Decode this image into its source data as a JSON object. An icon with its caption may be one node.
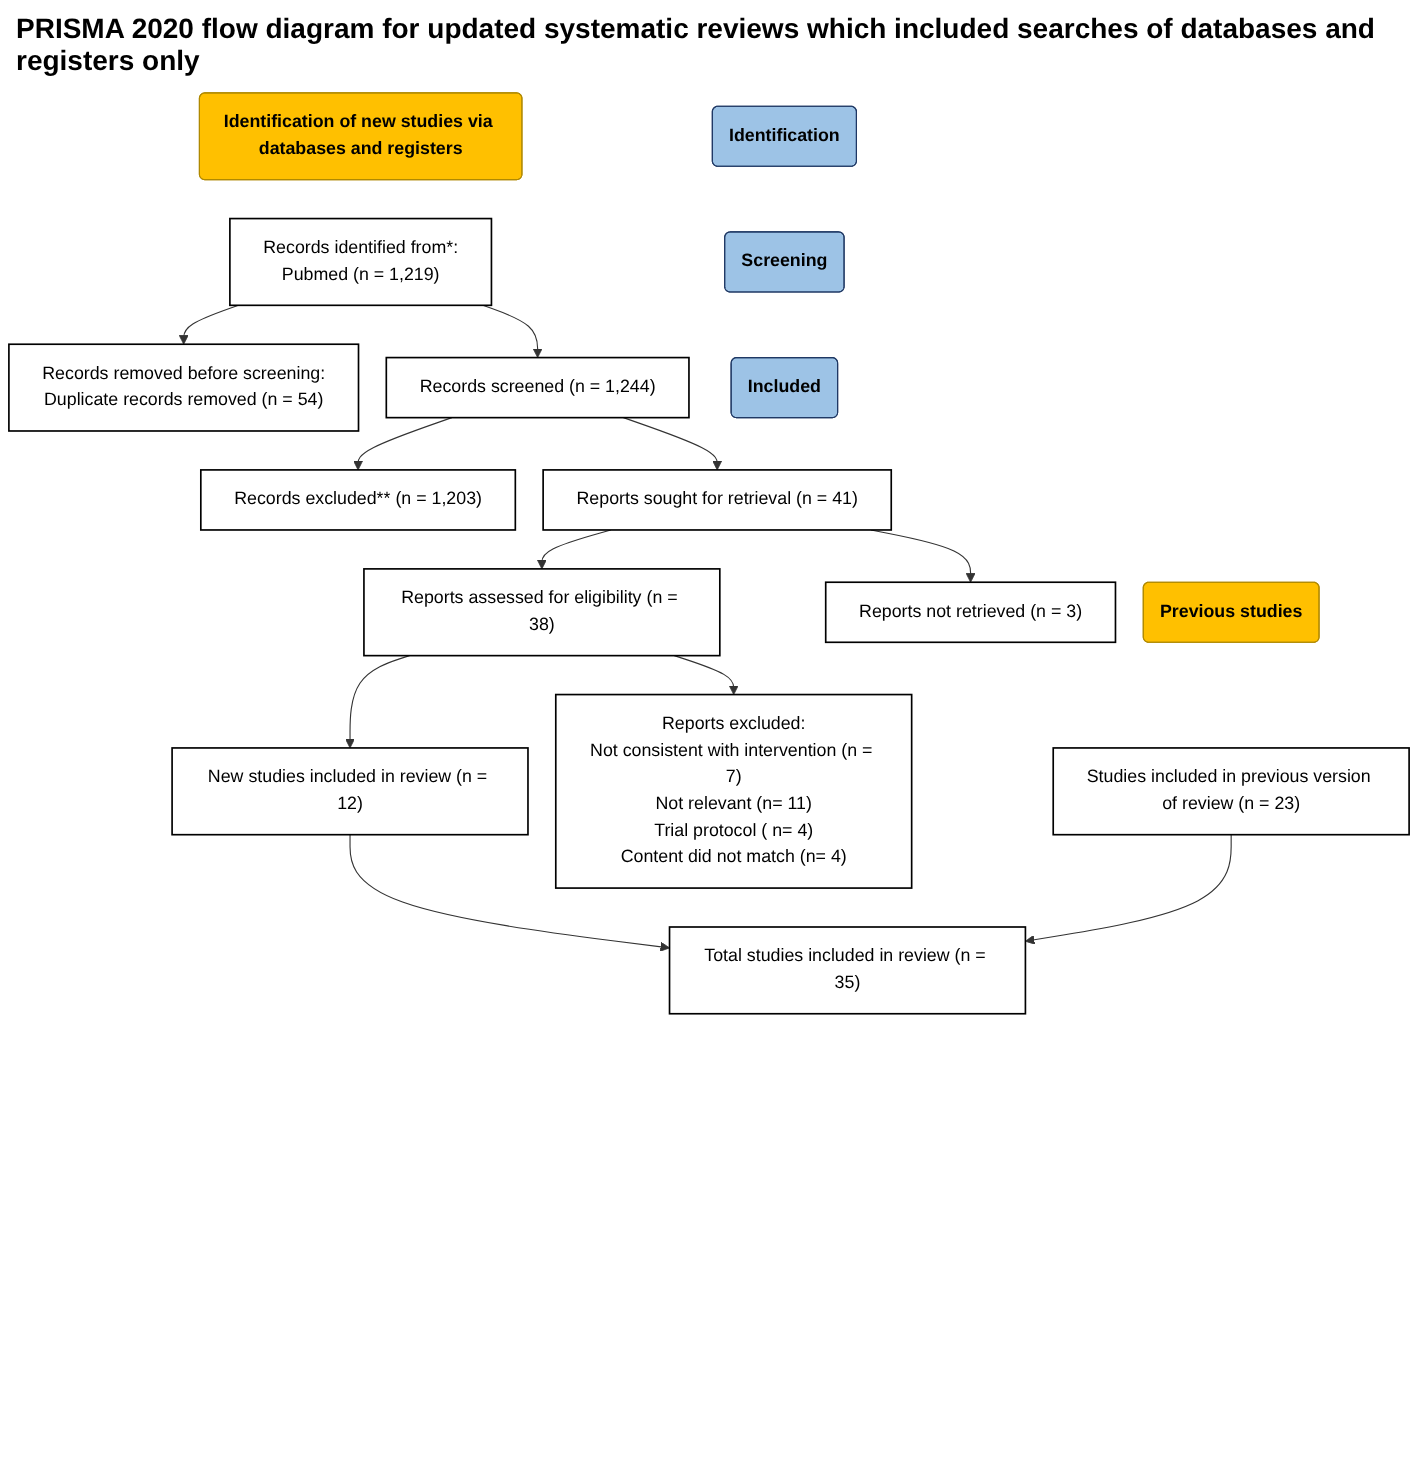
{
  "diagram": {
    "title": "PRISMA 2020 flow diagram for updated systematic reviews which included searches of databases and registers only",
    "nodes": [
      {
        "text": [
          "Previous studies"
        ]
      },
      {
        "text": [
          "Identification of new studies via databases and registers"
        ]
      },
      {
        "text": [
          "Identification"
        ]
      },
      {
        "text": [
          "Studies included in previous version of review (n = 23)"
        ]
      },
      {
        "text": [
          "Records identified from*:",
          "Pubmed (n = 1,219)"
        ]
      },
      {
        "text": [
          "Records removed before screening:",
          "Duplicate records removed (n = 54)"
        ]
      },
      {
        "text": [
          "Screening"
        ]
      },
      {
        "text": [
          "Records screened (n = 1,244)"
        ]
      },
      {
        "text": [
          "Records excluded** (n = 1,203)"
        ]
      },
      {
        "text": [
          "Reports sought for retrieval (n = 41)"
        ]
      },
      {
        "text": [
          "Reports not retrieved (n = 3)"
        ]
      },
      {
        "text": [
          "Reports assessed for eligibility (n = 38)"
        ]
      },
      {
        "text": [
          "Reports excluded:",
          "Not consistent with intervention (n = 7)",
          "Not relevant (n= 11)",
          "Trial protocol ( n= 4)",
          "Content did not match (n= 4)"
        ]
      },
      {
        "text": [
          "Included"
        ]
      },
      {
        "text": [
          "New studies included in review (n = 12)"
        ]
      },
      {
        "text": [
          "Total studies included in review (n = 35)"
        ]
      }
    ],
    "edges": [
      {
        "from": 4,
        "to": 5,
        "arrow": "to"
      },
      {
        "from": 4,
        "to": 7,
        "arrow": "to"
      },
      {
        "from": 7,
        "to": 8,
        "arrow": "to"
      },
      {
        "from": 7,
        "to": 9,
        "arrow": "to"
      },
      {
        "from": 9,
        "to": 10,
        "arrow": "to"
      },
      {
        "from": 9,
        "to": 11,
        "arrow": "to"
      },
      {
        "from": 11,
        "to": 12,
        "arrow": "to"
      },
      {
        "from": 11,
        "to": 14,
        "arrow": "to"
      },
      {
        "from": 14,
        "to": 15,
        "arrow": "to"
      },
      {
        "from": 3,
        "to": 15,
        "arrow": "to"
      }
    ]
  }
}
